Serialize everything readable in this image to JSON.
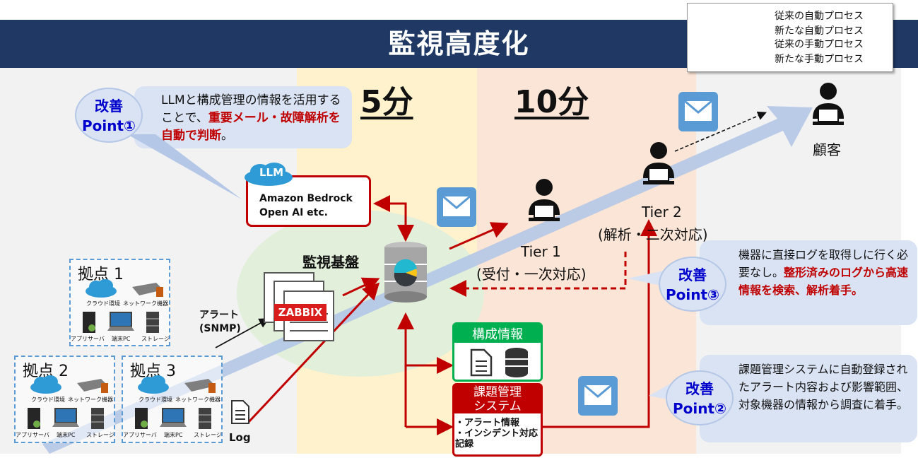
{
  "title": "監視高度化",
  "legend": {
    "items": [
      {
        "label": "従来の自動プロセス"
      },
      {
        "label": "新たな自動プロセス"
      },
      {
        "label": "従来の手動プロセス"
      },
      {
        "label": "新たな手動プロセス"
      }
    ],
    "colors": {
      "existing": "#000000",
      "new": "#c00000"
    }
  },
  "times": {
    "t1": "5分",
    "t2": "10分"
  },
  "points": {
    "p1": {
      "line1": "改善",
      "line2": "Point①"
    },
    "p2": {
      "line1": "改善",
      "line2": "Point②"
    },
    "p3": {
      "line1": "改善",
      "line2": "Point③"
    }
  },
  "callouts": {
    "c1": {
      "a": "LLMと構成管理の情報を活用することで、",
      "b": "重要メール・故障解析を自動で判断",
      "c": "。"
    },
    "c2": {
      "a": "課題管理システムに自動登録されたアラート内容および影響範囲、対象機器の情報から調査に着手。"
    },
    "c3": {
      "a": "機器に直接ログを取得しに行く必要なし。",
      "b": "整形済みのログから高速情報を検索、解析着手。"
    }
  },
  "llm": {
    "badge": "LLM",
    "line1": "Amazon Bedrock",
    "line2": "Open AI  etc."
  },
  "monitoring": {
    "label": "監視基盤"
  },
  "zabbix": {
    "label": "ZABBIX"
  },
  "alert": {
    "line1": "アラート",
    "line2": "(SNMP)"
  },
  "log": {
    "label": "Log"
  },
  "config": {
    "title": "構成情報"
  },
  "issue": {
    "title1": "課題管理",
    "title2": "システム",
    "items": [
      "・アラート情報",
      "・インシデント対応",
      "記録"
    ]
  },
  "tier1": {
    "name": "Tier 1",
    "role": "(受付・一次対応)"
  },
  "tier2": {
    "name": "Tier 2",
    "role": "(解析・二次対応)"
  },
  "customer": {
    "label": "顧客"
  },
  "sites": [
    {
      "name": "拠点 1",
      "cloud": "クラウド環境",
      "network": "ネットワーク機器",
      "app": "アプリサーバ",
      "pc": "端末PC",
      "storage": "ストレージ"
    },
    {
      "name": "拠点 2",
      "cloud": "クラウド環境",
      "network": "ネットワーク機器",
      "app": "アプリサーバ",
      "pc": "端末PC",
      "storage": "ストレージ"
    },
    {
      "name": "拠点 3",
      "cloud": "クラウド環境",
      "network": "ネットワーク機器",
      "app": "アプリサーバ",
      "pc": "端末PC",
      "storage": "ストレージ"
    }
  ]
}
